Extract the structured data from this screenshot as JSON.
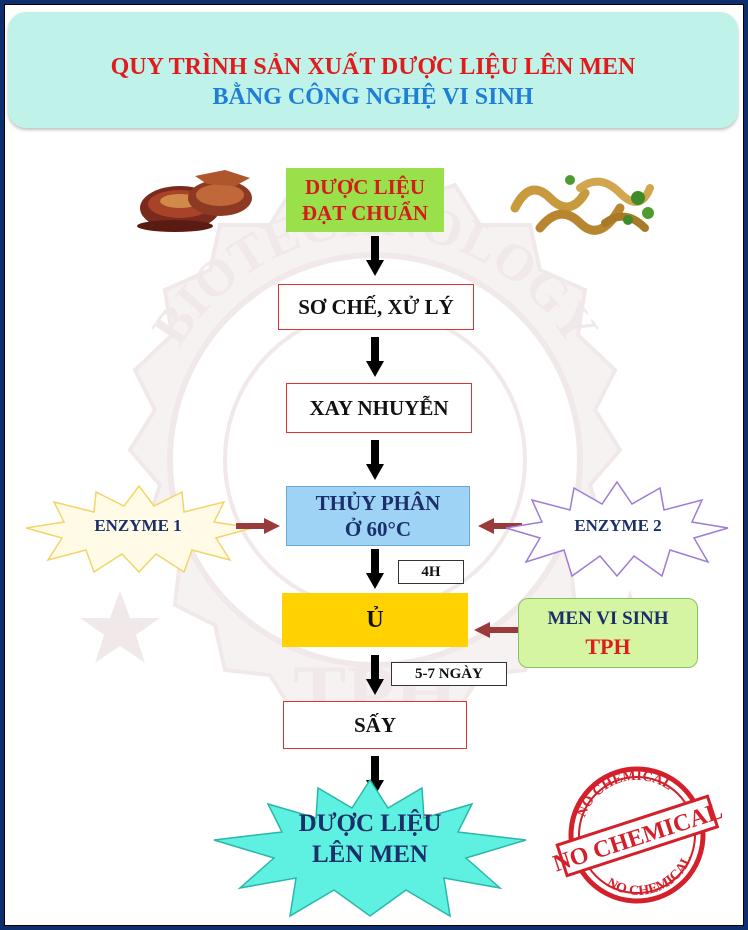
{
  "header": {
    "line1": "QUY TRÌNH SẢN XUẤT DƯỢC LIỆU LÊN MEN",
    "line2": "BẰNG CÔNG NGHỆ VI SINH"
  },
  "watermark": {
    "ring_text": "BIOTECHNOLOGY",
    "center_text": "TPH"
  },
  "flow": {
    "raw": {
      "line1": "DƯỢC LIỆU",
      "line2": "ĐẠT CHUẨN"
    },
    "preprocess": "SƠ CHẾ, XỬ LÝ",
    "grind": "XAY NHUYỄN",
    "hydrolysis": {
      "line1": "THỦY PHÂN",
      "line2": "Ở 60°C"
    },
    "hydrolysis_time": "4H",
    "incubate": "Ủ",
    "incubate_time": "5-7 NGÀY",
    "dry": "SẤY",
    "product": {
      "line1": "DƯỢC LIỆU",
      "line2": "LÊN MEN"
    }
  },
  "inputs": {
    "enzyme1": "ENZYME 1",
    "enzyme2": "ENZYME 2",
    "yeast": {
      "line1": "MEN VI SINH",
      "line2": "TPH"
    }
  },
  "stamp": {
    "top": "NO CHEMICAL",
    "middle": "NO CHEMICAL",
    "bottom": "NO CHEMICAL"
  },
  "colors": {
    "title_red": "#e11b1b",
    "title_blue": "#1f7fd6",
    "header_bg": "#bff3ea",
    "raw_box": "#99e04a",
    "hydrolysis_box": "#9fd3f5",
    "incubate_box": "#ffd200",
    "yeast_box": "#d6f5a3",
    "product_star": "#5ef0e0",
    "stamp_red": "#d3202a"
  }
}
